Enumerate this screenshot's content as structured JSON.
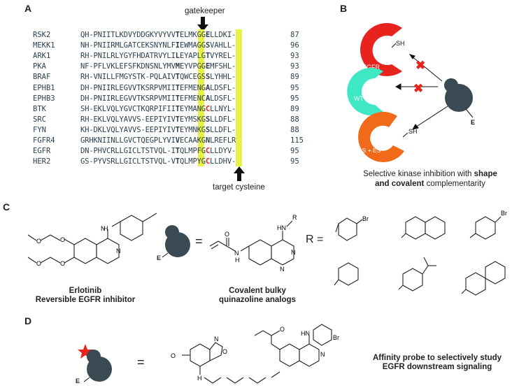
{
  "panels": {
    "a": "A",
    "b": "B",
    "c": "C",
    "d": "D"
  },
  "panel_a": {
    "gatekeeper_label": "gatekeeper",
    "target_label": "target cysteine",
    "rows": [
      {
        "name": "RSK2",
        "pre": "QH-PNIITLKDVYDDGKYVYVV",
        "gk": "T",
        "mid": "ELMKGG",
        "cys": "E",
        "post": "LLDKI-",
        "num": "87"
      },
      {
        "name": "MEKK1",
        "pre": "NH-PNIIRMLGATCEKSNYNLF",
        "gk": "I",
        "mid": "EWMAGG",
        "cys": "S",
        "post": "VAHLL-",
        "num": "96"
      },
      {
        "name": "ARK1",
        "pre": "RH-PNILRLYGYFHDATRVYLI",
        "gk": "L",
        "mid": "EYAPLG",
        "cys": "T",
        "post": "VYREL-",
        "num": "93"
      },
      {
        "name": "PKA",
        "pre": "NF-PFLVKLEFSFKDNSNLYMV",
        "gk": "M",
        "mid": "EYVPGG",
        "cys": "E",
        "post": "MFSHL-",
        "num": "93"
      },
      {
        "name": "BRAF",
        "pre": "RH-VNILLFMGYSTK-PQLAIV",
        "gk": "T",
        "mid": "QWCEGS",
        "cys": "S",
        "post": "LYHHL-",
        "num": "89"
      },
      {
        "name": "EPHB1",
        "pre": "DH-PNIIRLEGVVTKSRPVMII",
        "gk": "T",
        "mid": "EFMENG",
        "cys": "A",
        "post": "LDSFL-",
        "num": "95"
      },
      {
        "name": "EPHB3",
        "pre": "DH-PNIIRLEGVVTKSRPVMII",
        "gk": "T",
        "mid": "EFMENC",
        "cys": "A",
        "post": "LDSFL-",
        "num": "95"
      },
      {
        "name": "BTK",
        "pre": "SH-EKLVQLYGVCTKQRPIFII",
        "gk": "T",
        "mid": "EYMANG",
        "cys": "C",
        "post": "LLNYL-",
        "num": "89",
        "red": true
      },
      {
        "name": "SRC",
        "pre": "RH-EKLVQLYAVVS-EEPIYIV",
        "gk": "T",
        "mid": "EYMSKG",
        "cys": "S",
        "post": "LLDFL-",
        "num": "88"
      },
      {
        "name": "FYN",
        "pre": "KH-DKLVQLYAVVS-EEPIYIV",
        "gk": "T",
        "mid": "EYMNKG",
        "cys": "S",
        "post": "LLDFL-",
        "num": "88"
      },
      {
        "name": "FGFR4",
        "pre": "GRHKNIINLLGVCTQEGPLYVI",
        "gk": "V",
        "mid": "ECAAKG",
        "cys": "N",
        "post": "LREFLR",
        "num": "115"
      },
      {
        "name": "EGFR",
        "pre": "DN-PHVCRLLGICLTSTVQL-I",
        "gk": "T",
        "mid": "QLMPFG",
        "cys": "C",
        "post": "LLDYV-",
        "num": "95",
        "red": true
      },
      {
        "name": "HER2",
        "pre": "GS-PYVSRLLGICLTSTVQL-V",
        "gk": "T",
        "mid": "QLMPYG",
        "cys": "C",
        "post": "LLDHV-",
        "num": "95",
        "red": true
      }
    ]
  },
  "panel_b": {
    "egfr_label": "EGFR",
    "wt_label": "WT",
    "as_es_label": "AS + ES",
    "sh1": "SH",
    "sh2": "SH",
    "e_label": "E",
    "caption_line1": "Selective kinase inhibition with ",
    "caption_bold1": "shape",
    "caption_bold2": "and covalent",
    "caption_line2": " complementarity"
  },
  "panel_c": {
    "erlotinib_name": "Erlotinib",
    "erlotinib_desc": "Reversible EGFR inhibitor",
    "equals": "=",
    "analog_line1": "Covalent bulky",
    "analog_line2": "quinazoline analogs",
    "r_equals": "R =",
    "e_label": "E",
    "r_label": "R",
    "hn_label": "HN",
    "h_label": "H",
    "n_label": "N",
    "o_label": "O",
    "br_label": "Br"
  },
  "panel_d": {
    "equals": "=",
    "e_label": "E",
    "probe_line1": "Affinity probe to selectively study",
    "probe_line2": "EGFR downstream signaling",
    "no2": "O",
    "n_label": "N",
    "h_label": "H",
    "o_label": "O",
    "hn_label": "HN",
    "br_label": "Br"
  },
  "colors": {
    "highlight": "#e6f24a",
    "red": "#e8231d",
    "teal": "#3ee8c4",
    "orange": "#f06a1a",
    "dark": "#3a4a52"
  }
}
